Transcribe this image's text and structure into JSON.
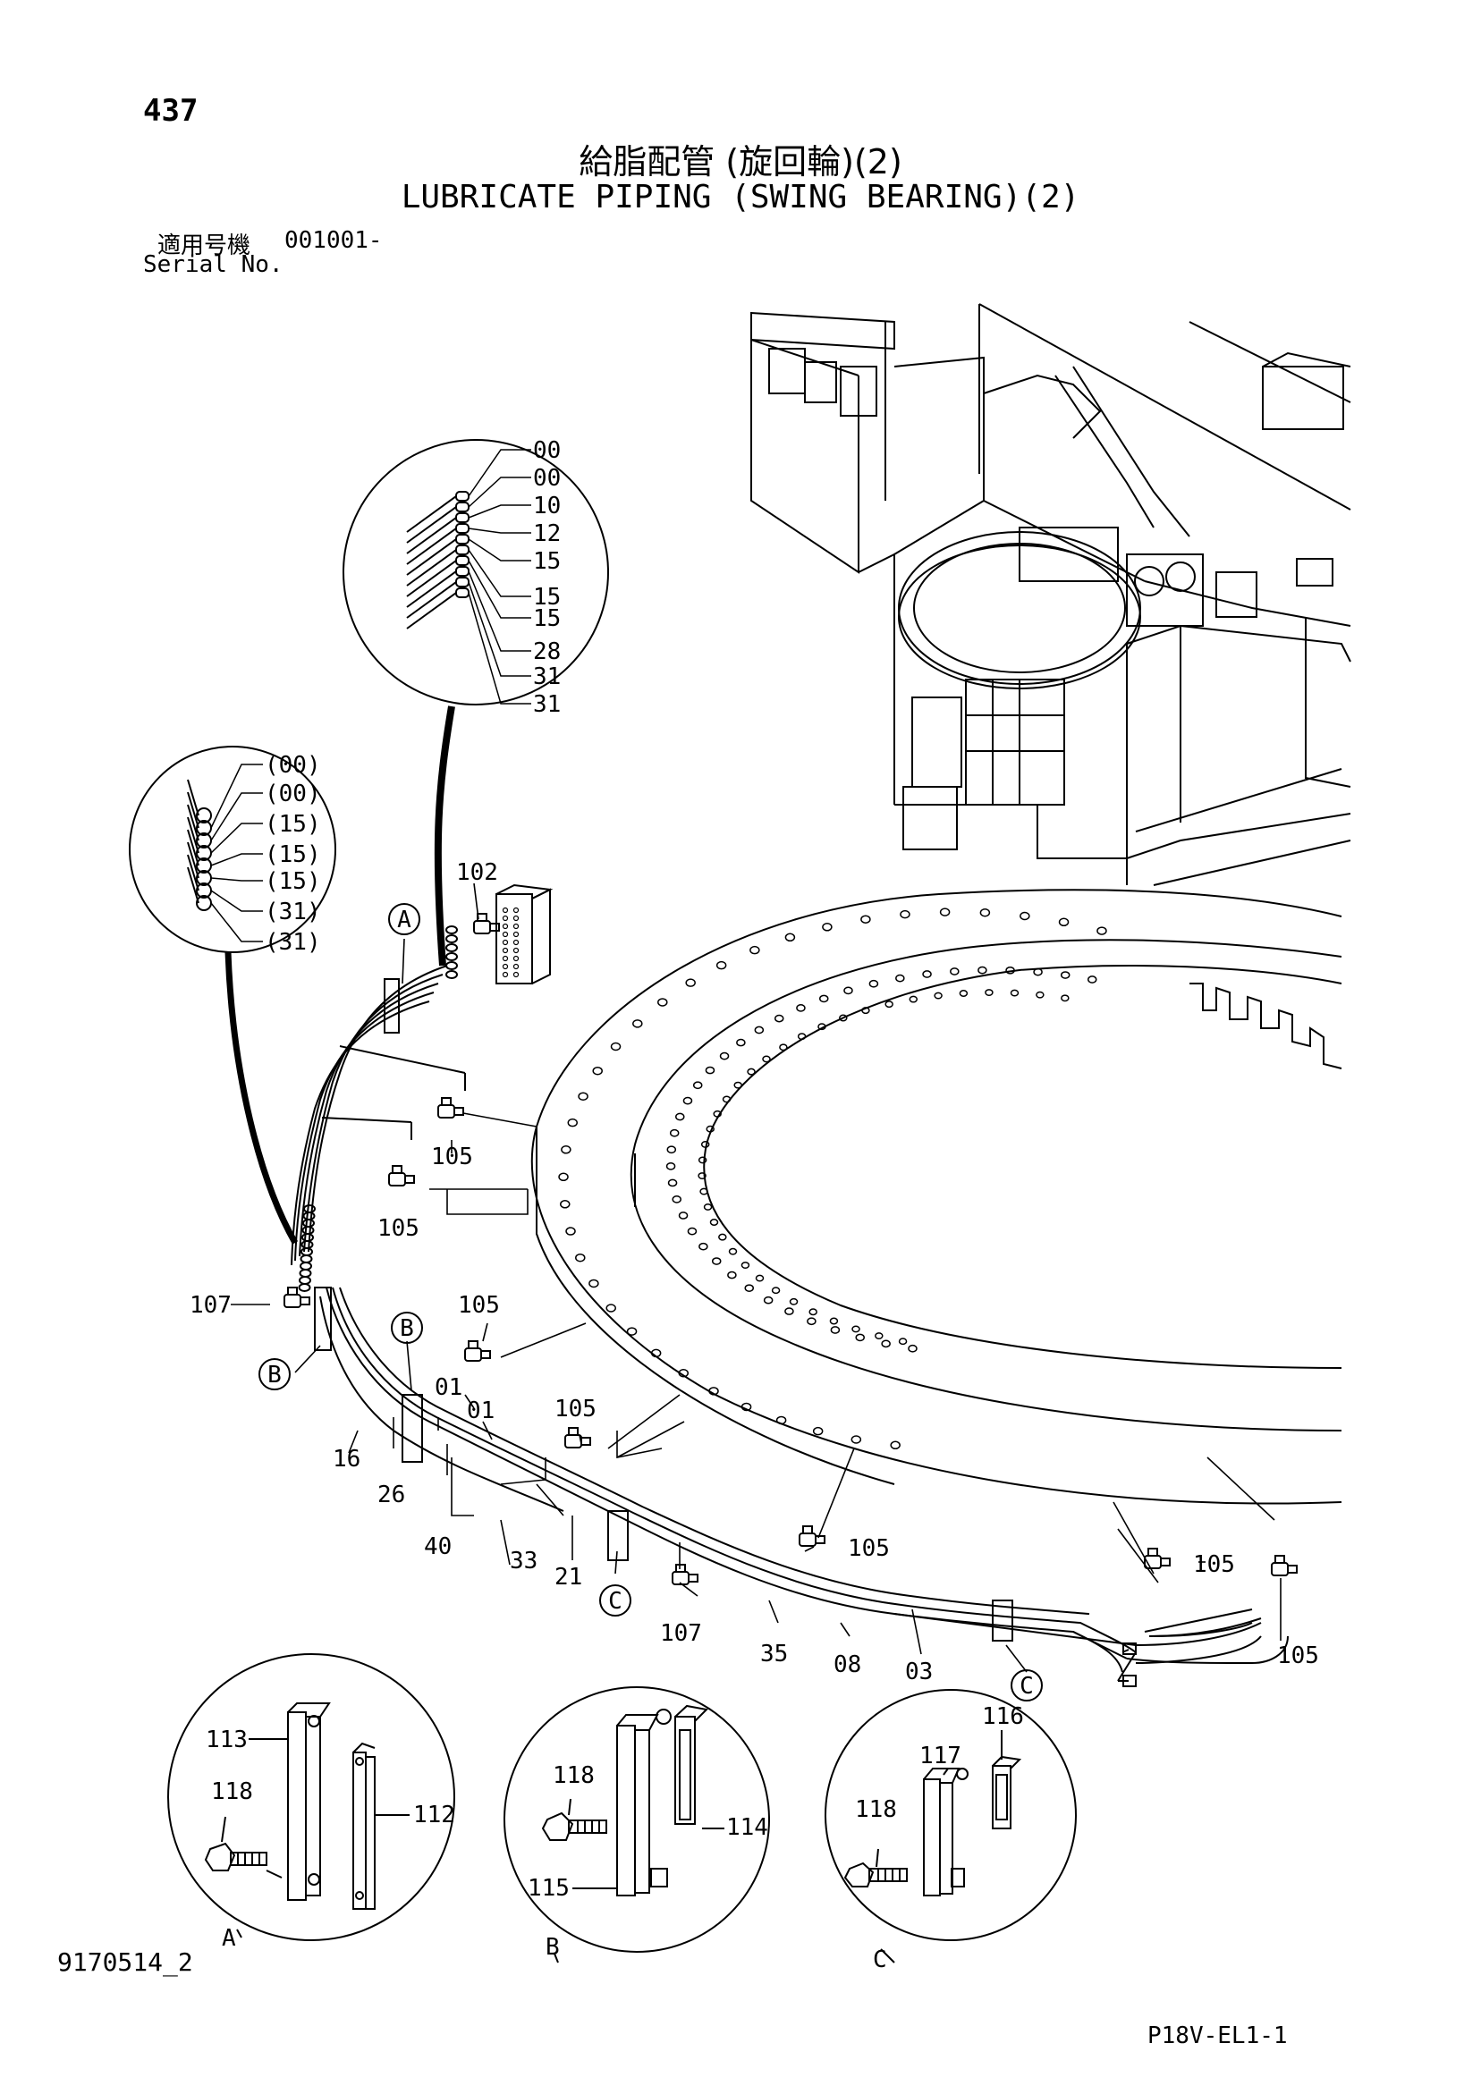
{
  "header": {
    "page_number": "437",
    "title_jp": "給脂配管 (旋回輪)(2)",
    "title_en": "LUBRICATE PIPING (SWING BEARING)(2)",
    "serial_label_jp": "適用号機",
    "serial_value": "001001-",
    "serial_label_en": "Serial No."
  },
  "footer": {
    "drawing_id": "9170514_2",
    "figure_code": "P18V-EL1-1"
  },
  "detail_upper": {
    "labels": [
      "00",
      "00",
      "10",
      "12",
      "15",
      "15",
      "15",
      "28",
      "31",
      "31"
    ]
  },
  "detail_left": {
    "labels": [
      "(00)",
      "(00)",
      "(15)",
      "(15)",
      "(15)",
      "(31)",
      "(31)"
    ]
  },
  "callouts": {
    "p102": "102",
    "p105_a": "105",
    "p105_b": "105",
    "p105_c": "105",
    "p105_d": "105",
    "p105_e": "105",
    "p105_f": "105",
    "p105_g": "105",
    "p107_a": "107",
    "p107_b": "107",
    "p01_a": "01",
    "p01_b": "01",
    "p16": "16",
    "p26": "26",
    "p40": "40",
    "p33": "33",
    "p21": "21",
    "p35": "35",
    "p08": "08",
    "p03": "03",
    "ref_A": "A",
    "ref_B_1": "B",
    "ref_B_2": "B",
    "ref_C_1": "C",
    "ref_C_2": "C"
  },
  "details": {
    "detail_A": {
      "label": "A",
      "parts": {
        "p113": "113",
        "p118": "118",
        "p112": "112"
      }
    },
    "detail_B": {
      "label": "B",
      "parts": {
        "p118": "118",
        "p114": "114",
        "p115": "115"
      }
    },
    "detail_C": {
      "label": "C",
      "parts": {
        "p116": "116",
        "p117": "117",
        "p118": "118"
      }
    }
  }
}
